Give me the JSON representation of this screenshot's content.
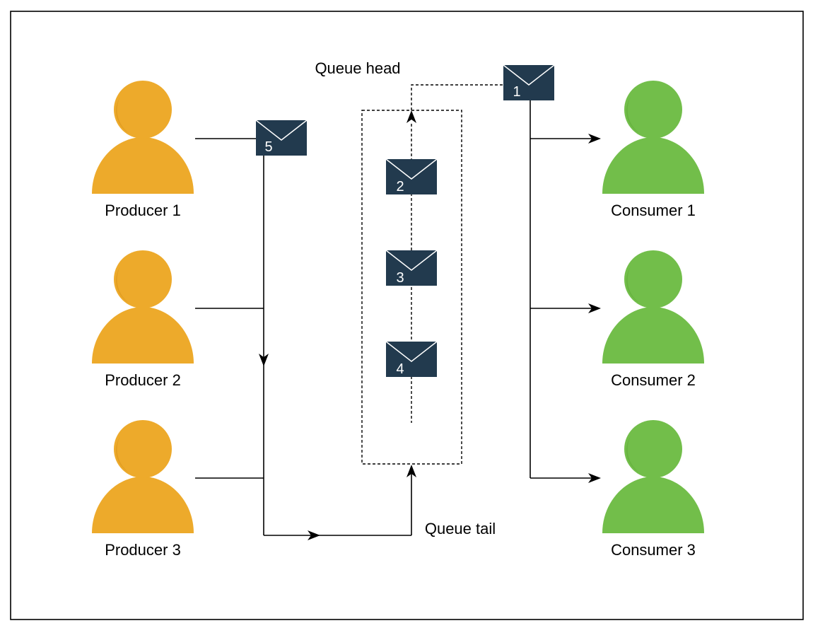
{
  "diagram": {
    "producers": [
      {
        "label": "Producer 1"
      },
      {
        "label": "Producer 2"
      },
      {
        "label": "Producer 3"
      }
    ],
    "consumers": [
      {
        "label": "Consumer 1"
      },
      {
        "label": "Consumer 2"
      },
      {
        "label": "Consumer 3"
      }
    ],
    "messages": {
      "incoming": "5",
      "queued": [
        "2",
        "3",
        "4"
      ],
      "outgoing": "1"
    },
    "queue": {
      "head_label": "Queue head",
      "tail_label": "Queue tail"
    },
    "colors": {
      "producer": "#EDAA2B",
      "producer_shade": "#E29E22",
      "consumer": "#72BE4A",
      "consumer_shade": "#67B33F",
      "envelope": "#223A4E",
      "border": "#000000"
    },
    "icons": {
      "producer": "person-icon",
      "consumer": "person-icon",
      "message": "envelope-icon"
    }
  }
}
